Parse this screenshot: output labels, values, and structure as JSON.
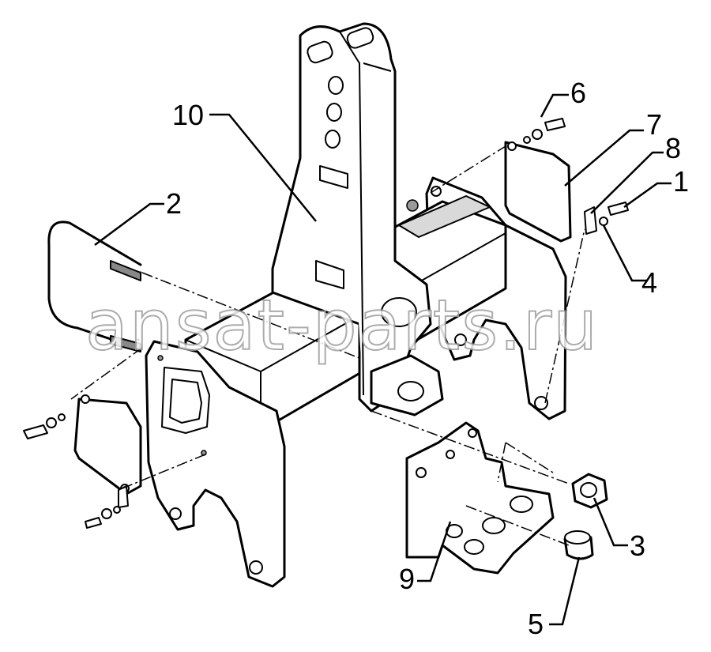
{
  "watermark": "ansat-parts.ru",
  "callouts": [
    {
      "id": "c10",
      "text": "10"
    },
    {
      "id": "c2",
      "text": "2"
    },
    {
      "id": "c6",
      "text": "6"
    },
    {
      "id": "c7",
      "text": "7"
    },
    {
      "id": "c8",
      "text": "8"
    },
    {
      "id": "c1",
      "text": "1"
    },
    {
      "id": "c4",
      "text": "4"
    },
    {
      "id": "c3",
      "text": "3"
    },
    {
      "id": "c9",
      "text": "9"
    },
    {
      "id": "c5",
      "text": "5"
    }
  ]
}
